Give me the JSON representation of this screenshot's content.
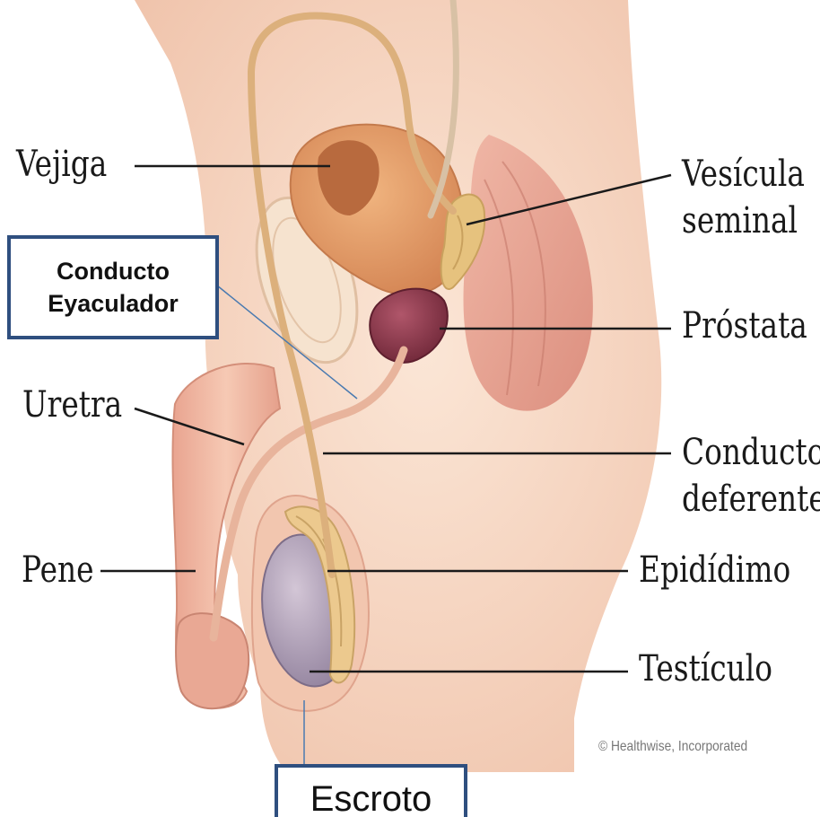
{
  "labels": {
    "vejiga": "Vejiga",
    "vesicula_line1": "Vesícula",
    "vesicula_line2": "seminal",
    "conducto_eyaculador_line1": "Conducto",
    "conducto_eyaculador_line2": "Eyaculador",
    "prostata": "Próstata",
    "uretra": "Uretra",
    "conducto_deferente_line1": "Conducto",
    "conducto_deferente_line2": "deferente",
    "pene": "Pene",
    "epididimo": "Epidídimo",
    "testiculo": "Testículo",
    "escroto": "Escroto"
  },
  "copyright": "© Healthwise, Incorporated",
  "colors": {
    "skin": "#f7d9c4",
    "skin_shadow": "#eab59e",
    "muscle": "#e9a898",
    "bladder": "#e19a6c",
    "bladder_inner": "#b86a3e",
    "prostate": "#8c3b4b",
    "seminal_vesicle": "#e6c27e",
    "testis": "#b2a3b7",
    "epididymis": "#ecc98e",
    "vas_deferens": "#dcb07c",
    "box_border": "#2f4f7f",
    "leader_blue": "#4a7ab0",
    "leader_black": "#1a1a1a"
  }
}
